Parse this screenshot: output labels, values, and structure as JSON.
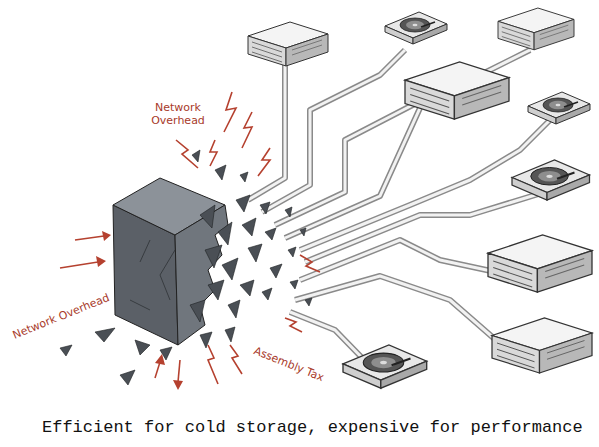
{
  "diagram": {
    "caption": "Efficient for cold storage, expensive for performance",
    "labels": [
      "Network Overhead",
      "Network Overhead",
      "Assembly Tax"
    ]
  }
}
